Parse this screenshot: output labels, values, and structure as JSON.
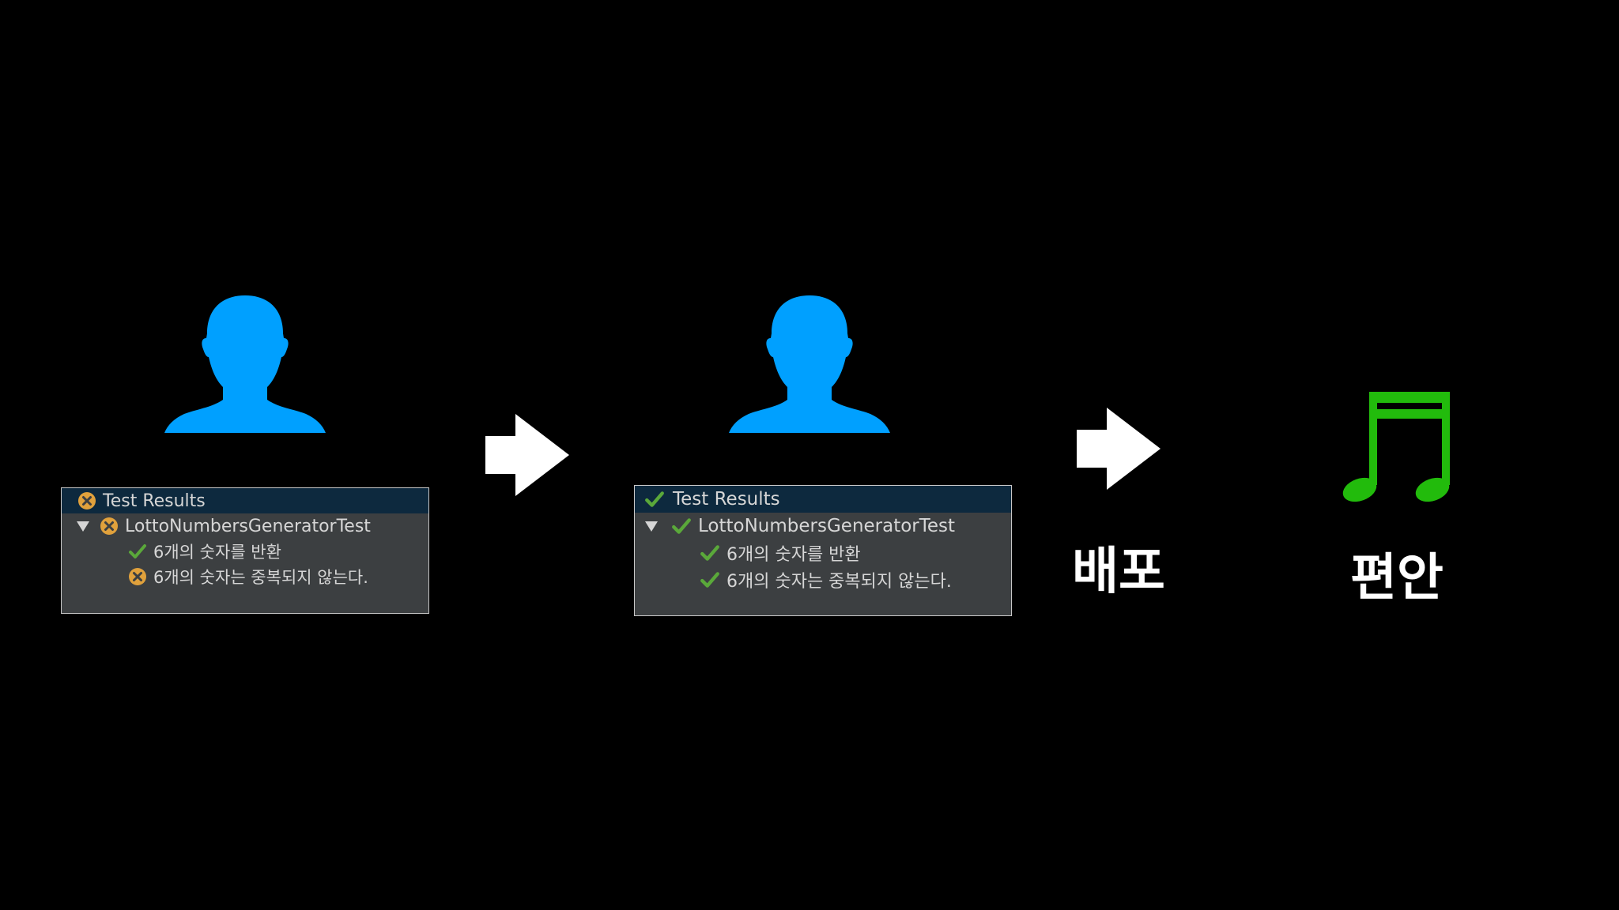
{
  "colors": {
    "background": "#000000",
    "person": "#00a0ff",
    "arrow": "#ffffff",
    "music_note": "#22bb0c",
    "panel_bg": "#3c3f41",
    "panel_header_bg": "#0d293e",
    "pass": "#5aa83a",
    "fail": "#e0a13c"
  },
  "panels": [
    {
      "header": {
        "label": "Test Results",
        "status": "fail"
      },
      "suite": {
        "label": "LottoNumbersGeneratorTest",
        "status": "fail"
      },
      "tests": [
        {
          "label": "6개의 숫자를 반환",
          "status": "pass"
        },
        {
          "label": "6개의 숫자는 중복되지 않는다.",
          "status": "fail"
        }
      ]
    },
    {
      "header": {
        "label": "Test Results",
        "status": "pass"
      },
      "suite": {
        "label": "LottoNumbersGeneratorTest",
        "status": "pass"
      },
      "tests": [
        {
          "label": "6개의 숫자를 반환",
          "status": "pass"
        },
        {
          "label": "6개의 숫자는 중복되지 않는다.",
          "status": "pass"
        }
      ]
    }
  ],
  "icons": {
    "person": "person-silhouette-icon",
    "arrow": "right-arrow-icon",
    "music": "music-note-icon",
    "pass": "check-icon",
    "fail": "error-circle-icon",
    "toggle": "triangle-down-icon"
  },
  "captions": {
    "deploy": "배포",
    "comfort": "편안"
  }
}
